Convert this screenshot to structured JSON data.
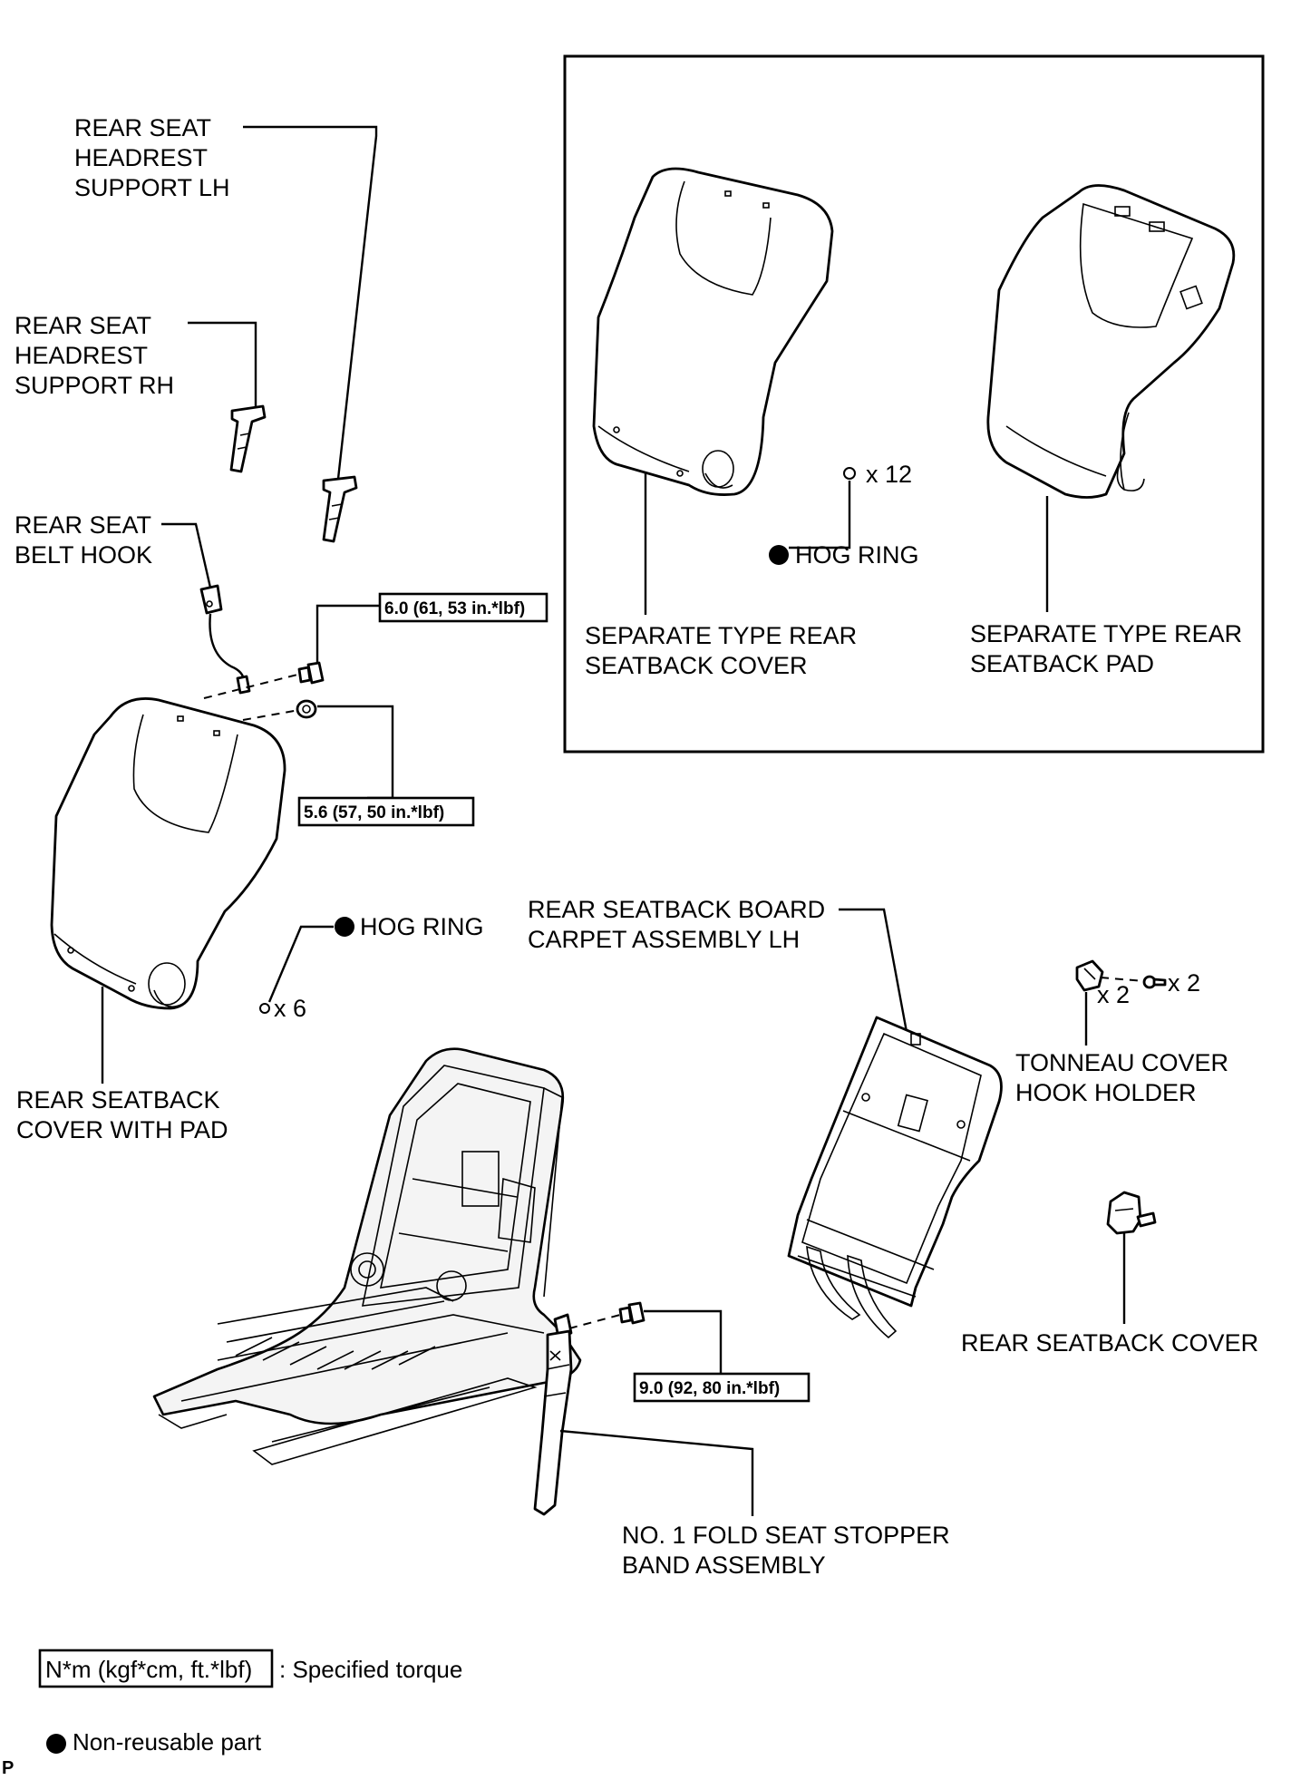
{
  "labels": {
    "headrest_lh": [
      "REAR SEAT",
      "HEADREST",
      "SUPPORT LH"
    ],
    "headrest_rh": [
      "REAR SEAT",
      "HEADREST",
      "SUPPORT RH"
    ],
    "belt_hook": [
      "REAR SEAT",
      "BELT HOOK"
    ],
    "cover_with_pad": [
      "REAR SEATBACK",
      "COVER WITH PAD"
    ],
    "separate_cover": [
      "SEPARATE TYPE REAR",
      "SEATBACK COVER"
    ],
    "separate_pad": [
      "SEPARATE TYPE REAR",
      "SEATBACK PAD"
    ],
    "board_carpet": [
      "REAR SEATBACK BOARD",
      "CARPET ASSEMBLY LH"
    ],
    "tonneau": [
      "TONNEAU COVER",
      "HOOK HOLDER"
    ],
    "seatback_cover": "REAR SEATBACK COVER",
    "stopper_band": [
      "NO. 1 FOLD SEAT STOPPER",
      "BAND ASSEMBLY"
    ],
    "hog_ring": "HOG RING"
  },
  "torques": {
    "t1": "6.0 (61, 53 in.*lbf)",
    "t2": "5.6 (57, 50 in.*lbf)",
    "t3": "9.0 (92, 80 in.*lbf)"
  },
  "quantities": {
    "hog_ring_inset": "x 12",
    "hog_ring_main": "x 6",
    "tonneau_part": "x 2",
    "tonneau_screw": "x 2"
  },
  "legend": {
    "torque_box": "N*m (kgf*cm, ft.*lbf)",
    "torque_text": ": Specified torque",
    "nonreusable": "Non-reusable part"
  },
  "corner_mark": "P"
}
